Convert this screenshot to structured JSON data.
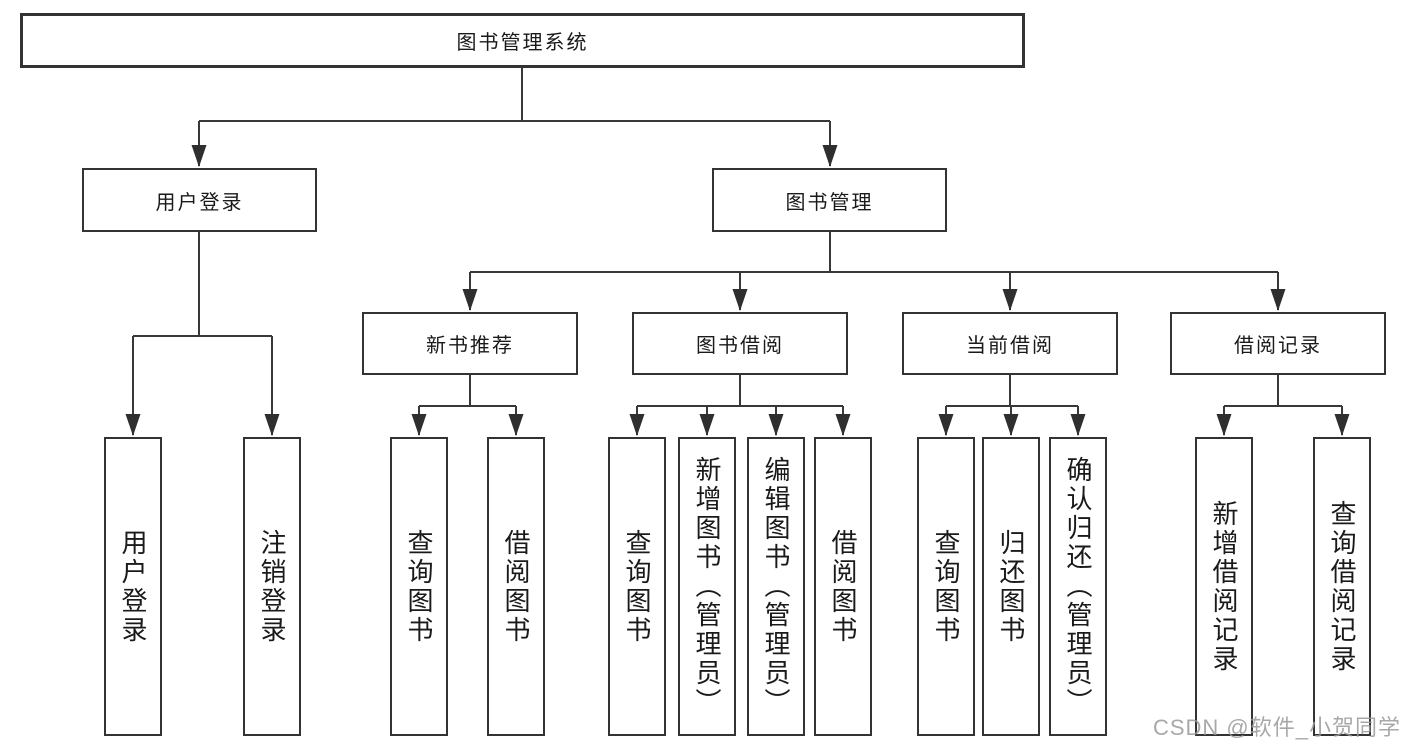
{
  "colors": {
    "line": "#383838",
    "arrowhead": "#2f2f2f",
    "box_border": "#333333",
    "text": "#1a1a1a",
    "background": "#ffffff",
    "watermark": "#9a9a9a"
  },
  "watermark": {
    "text": "CSDN @软件_小贺同学"
  },
  "tree": {
    "root": {
      "id": "library-management-system",
      "label": "图书管理系统"
    },
    "level2": [
      {
        "id": "user-login",
        "label": "用户登录",
        "parent": "library-management-system"
      },
      {
        "id": "book-management",
        "label": "图书管理",
        "parent": "library-management-system"
      }
    ],
    "level3": [
      {
        "id": "new-book-recommendation",
        "label": "新书推荐",
        "parent": "book-management"
      },
      {
        "id": "book-borrowing",
        "label": "图书借阅",
        "parent": "book-management"
      },
      {
        "id": "current-borrowing",
        "label": "当前借阅",
        "parent": "book-management"
      },
      {
        "id": "borrowing-records",
        "label": "借阅记录",
        "parent": "book-management"
      }
    ],
    "leaves": [
      {
        "id": "leaf-user-login",
        "label": "用户登录",
        "parent": "user-login"
      },
      {
        "id": "leaf-logout",
        "label": "注销登录",
        "parent": "user-login"
      },
      {
        "id": "leaf-query-book-recommend",
        "label": "查询图书",
        "parent": "new-book-recommendation"
      },
      {
        "id": "leaf-borrow-book-recommend",
        "label": "借阅图书",
        "parent": "new-book-recommendation"
      },
      {
        "id": "leaf-query-book-borrow",
        "label": "查询图书",
        "parent": "book-borrowing"
      },
      {
        "id": "leaf-add-book-admin",
        "label": "新增图书（管理员）",
        "parent": "book-borrowing"
      },
      {
        "id": "leaf-edit-book-admin",
        "label": "编辑图书（管理员）",
        "parent": "book-borrowing"
      },
      {
        "id": "leaf-borrow-book",
        "label": "借阅图书",
        "parent": "book-borrowing"
      },
      {
        "id": "leaf-query-book-current",
        "label": "查询图书",
        "parent": "current-borrowing"
      },
      {
        "id": "leaf-return-book",
        "label": "归还图书",
        "parent": "current-borrowing"
      },
      {
        "id": "leaf-confirm-return-admin",
        "label": "确认归还（管理员）",
        "parent": "current-borrowing"
      },
      {
        "id": "leaf-add-borrow-record",
        "label": "新增借阅记录",
        "parent": "borrowing-records"
      },
      {
        "id": "leaf-query-borrow-record",
        "label": "查询借阅记录",
        "parent": "borrowing-records"
      }
    ]
  }
}
